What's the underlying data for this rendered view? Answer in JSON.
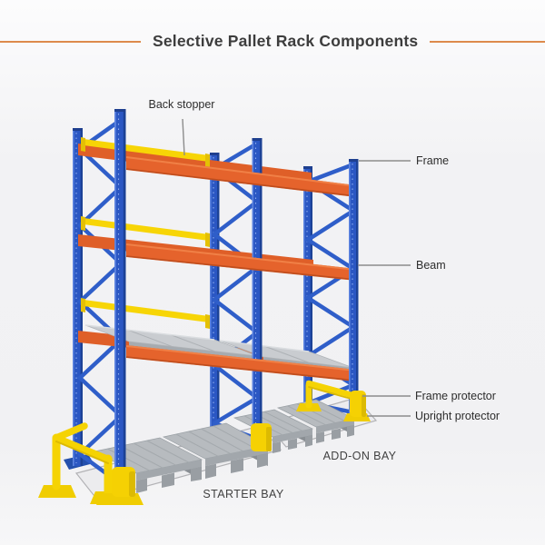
{
  "header": {
    "title": "Selective Pallet Rack Components"
  },
  "annotations": {
    "back_stopper": "Back stopper",
    "frame": "Frame",
    "beam": "Beam",
    "frame_protector": "Frame protector",
    "upright_protector": "Upright protector"
  },
  "bays": {
    "starter": "STARTER BAY",
    "add_on": "ADD-ON BAY"
  },
  "colors": {
    "accent_rule": "#dd8a4c",
    "upright_blue": "#2b58c4",
    "beam_orange": "#e5632c",
    "safety_yellow": "#f5d303",
    "deck_gray": "#c9ccd0",
    "pallet_gray": "#b7bbbf",
    "leader_gray": "#8c8c8c",
    "title_text": "#3d3d3d",
    "background": "#f2f2f4"
  }
}
